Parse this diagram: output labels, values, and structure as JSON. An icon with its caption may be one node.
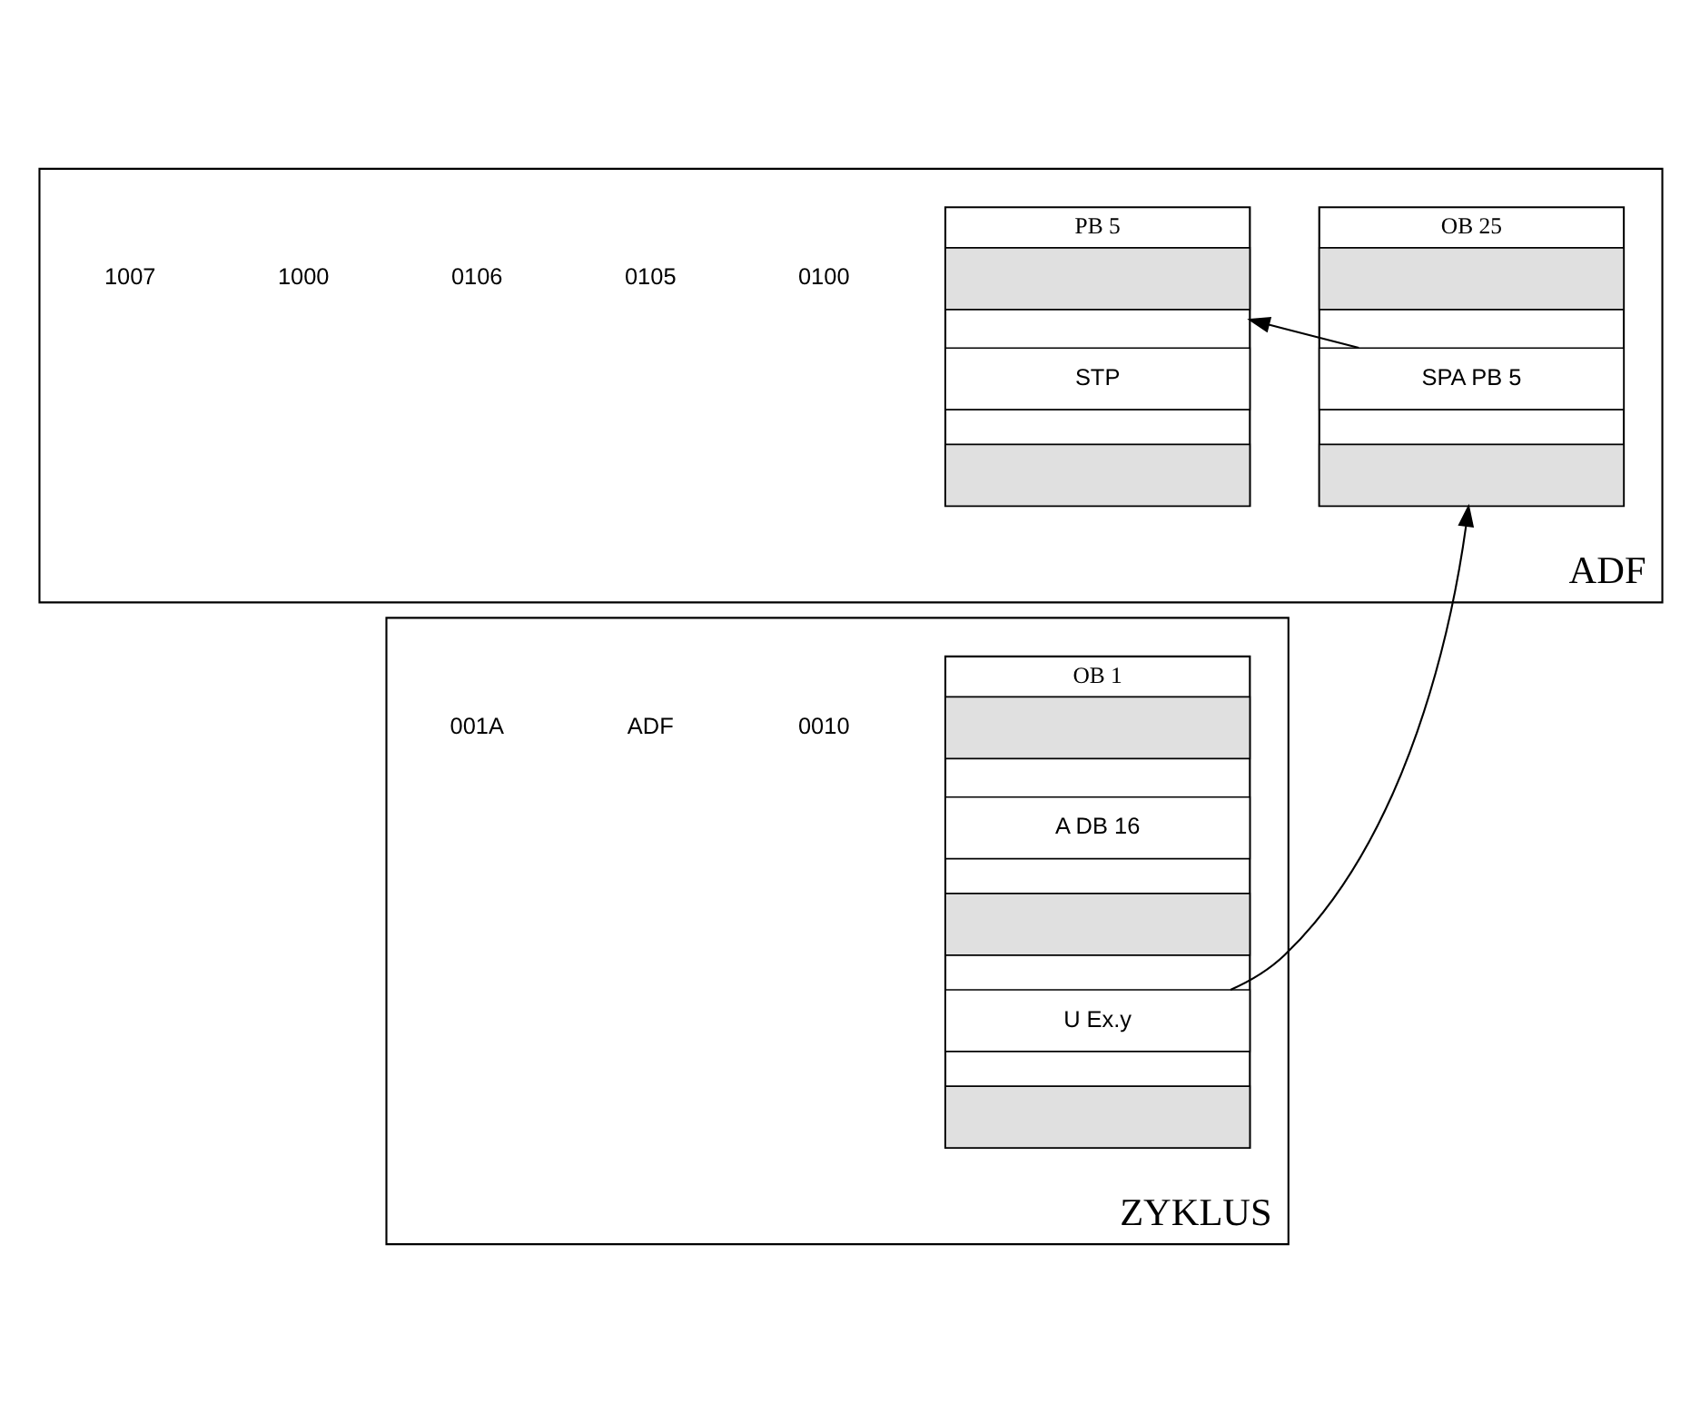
{
  "diagram": {
    "nodes": [
      {
        "text": [
          "ADF"
        ]
      },
      {
        "text": [
          "OB 25"
        ],
        "in": 0
      },
      {
        "text": [],
        "shape": "box",
        "in": 1
      },
      {
        "text": [
          "SPA PB 5"
        ],
        "in": 1
      },
      {
        "text": [],
        "shape": "box",
        "in": 1
      },
      {
        "text": [
          "PB 5"
        ],
        "in": 0
      },
      {
        "text": [],
        "shape": "box",
        "in": 5
      },
      {
        "text": [
          "STP"
        ],
        "in": 5
      },
      {
        "text": [],
        "shape": "box",
        "in": 5
      },
      {
        "text": [
          "ZYKLUS"
        ]
      },
      {
        "text": [
          "OB 1"
        ],
        "in": 9
      },
      {
        "text": [],
        "shape": "box",
        "in": 10
      },
      {
        "text": [
          "A DB 16"
        ],
        "in": 10
      },
      {
        "text": [],
        "shape": "box",
        "in": 10
      },
      {
        "text": [
          "U Ex.y"
        ],
        "in": 10
      },
      {
        "text": [],
        "shape": "box",
        "in": 10
      }
    ],
    "edges": [
      {
        "from": 3,
        "to": 5,
        "arrow": "to"
      },
      {
        "from": 14,
        "to": 4,
        "arrow": "to"
      }
    ],
    "labels": [
      "0100",
      "0105",
      "0106",
      "1000",
      "1007",
      "0010",
      "ADF",
      "001A"
    ]
  }
}
